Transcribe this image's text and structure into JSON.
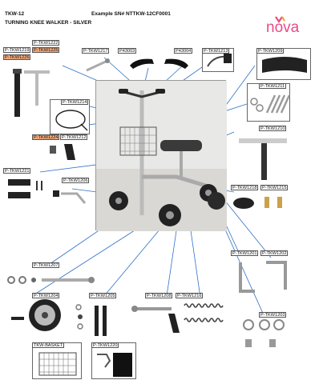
{
  "header": {
    "model": "TKW-12",
    "name": "TURNING KNEE WALKER - SILVER",
    "example": "Example SN# NTTKW-12CF0001"
  },
  "brand": {
    "logo_text": "nova",
    "logo_colors": [
      "#e94b8a",
      "#7a3fa0",
      "#f3a12a",
      "#28a8d8"
    ],
    "line_color": "#2f6fc4",
    "highlight_color": "#f4a97a"
  },
  "labels": {
    "p1222": "P-TKW1222",
    "p1219": "P-TKW1219",
    "p1225": "P-TKW1225",
    "p1226": "P-TKW1226",
    "p1217": "P-TKW1217",
    "p43003": "P43003",
    "p43004": "P43004",
    "p1213": "P-TKW1213",
    "p1209": "P-TKW1209",
    "p1214": "P-TKW1214",
    "p1211": "P-TKW1211",
    "p1224": "P-TKW1224",
    "p1212": "P-TKW1212",
    "p1210": "P-TKW1210",
    "p1221": "P-TKW1221",
    "p1206": "P-TKW1206",
    "p1218": "P-TKW1218",
    "p1215": "P-TKW1215",
    "p1207": "P-TKW1207",
    "p1201": "P-TKW1201",
    "p1202": "P-TKW1202",
    "p1204": "P-TKW1204",
    "p1205": "P-TKW1205",
    "p1208": "P-TKW1208",
    "p1216": "P-TKW1216",
    "p1203": "P-TKW1203",
    "basket": "TKW-BASKET",
    "p1220": "P-TKW1220"
  }
}
